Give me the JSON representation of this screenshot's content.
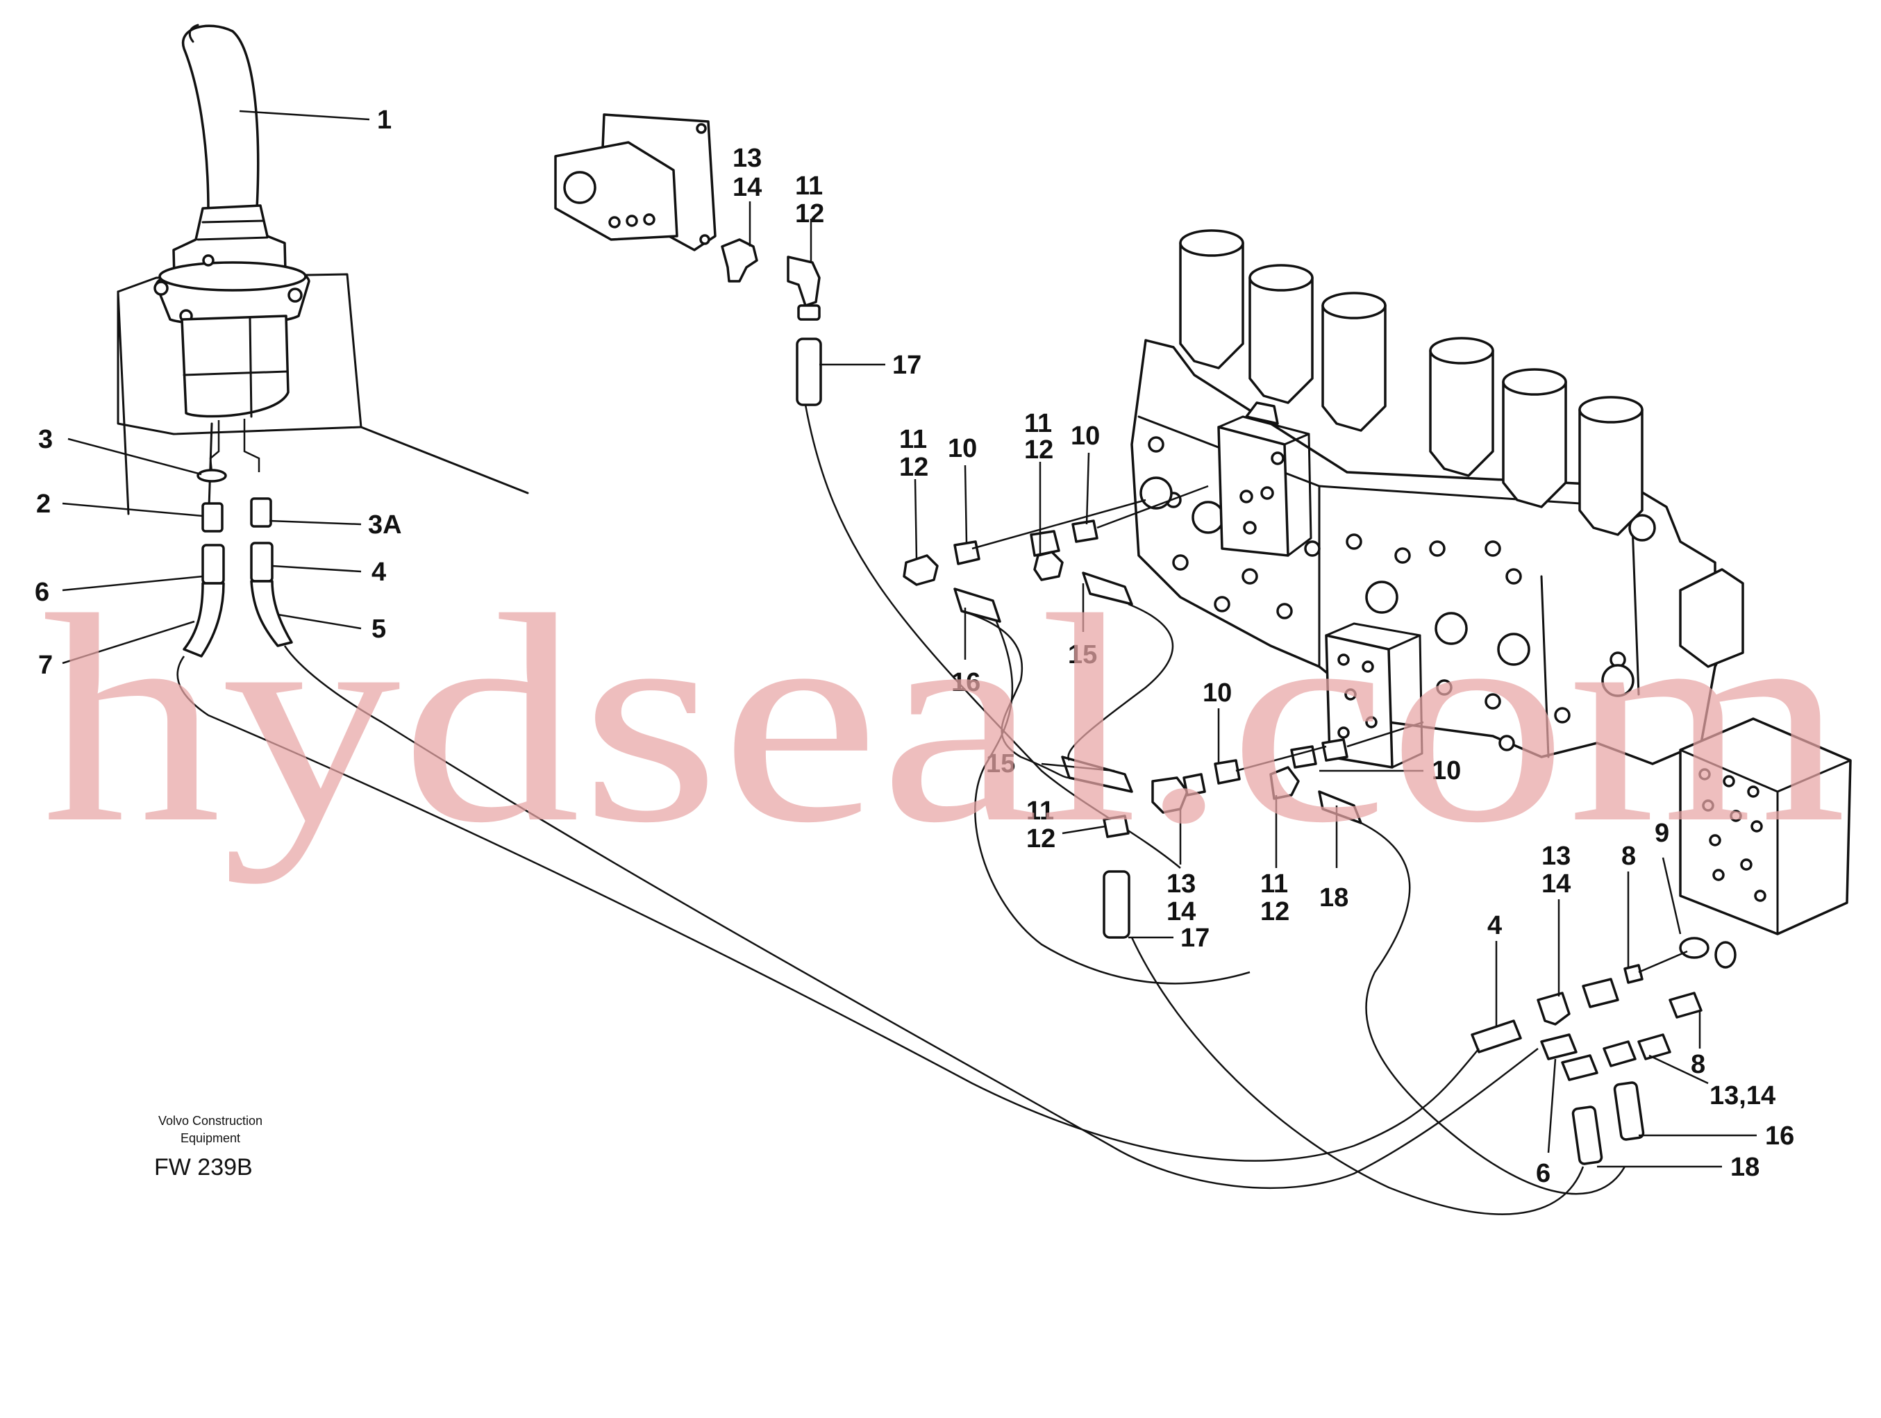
{
  "caption": {
    "line1": "Volvo Construction",
    "line2": "Equipment",
    "code": "FW 239B"
  },
  "watermark": "hydseal.com",
  "labels": [
    {
      "id": "l1",
      "text": "1"
    },
    {
      "id": "l2",
      "text": "2"
    },
    {
      "id": "l3",
      "text": "3"
    },
    {
      "id": "l3a",
      "text": "3A"
    },
    {
      "id": "l4a",
      "text": "4"
    },
    {
      "id": "l5",
      "text": "5"
    },
    {
      "id": "l6a",
      "text": "6"
    },
    {
      "id": "l7",
      "text": "7"
    },
    {
      "id": "l13a",
      "text": "13"
    },
    {
      "id": "l14a",
      "text": "14"
    },
    {
      "id": "l11a",
      "text": "11"
    },
    {
      "id": "l12a",
      "text": "12"
    },
    {
      "id": "l17a",
      "text": "17"
    },
    {
      "id": "l11b",
      "text": "11"
    },
    {
      "id": "l12b",
      "text": "12"
    },
    {
      "id": "l10a",
      "text": "10"
    },
    {
      "id": "l11c",
      "text": "11"
    },
    {
      "id": "l12c",
      "text": "12"
    },
    {
      "id": "l10b",
      "text": "10"
    },
    {
      "id": "l16a",
      "text": "16"
    },
    {
      "id": "l15a",
      "text": "15"
    },
    {
      "id": "l10c",
      "text": "10"
    },
    {
      "id": "l15b",
      "text": "15"
    },
    {
      "id": "l10d",
      "text": "10"
    },
    {
      "id": "l11d",
      "text": "11"
    },
    {
      "id": "l12d",
      "text": "12"
    },
    {
      "id": "l13b",
      "text": "13"
    },
    {
      "id": "l14b",
      "text": "14"
    },
    {
      "id": "l11e",
      "text": "11"
    },
    {
      "id": "l12e",
      "text": "12"
    },
    {
      "id": "l18a",
      "text": "18"
    },
    {
      "id": "l17b",
      "text": "17"
    },
    {
      "id": "l13c",
      "text": "13"
    },
    {
      "id": "l14c",
      "text": "14"
    },
    {
      "id": "l8a",
      "text": "8"
    },
    {
      "id": "l9",
      "text": "9"
    },
    {
      "id": "l4b",
      "text": "4"
    },
    {
      "id": "l8b",
      "text": "8"
    },
    {
      "id": "l1314",
      "text": "13,14"
    },
    {
      "id": "l16b",
      "text": "16"
    },
    {
      "id": "l6b",
      "text": "6"
    },
    {
      "id": "l18b",
      "text": "18"
    }
  ]
}
